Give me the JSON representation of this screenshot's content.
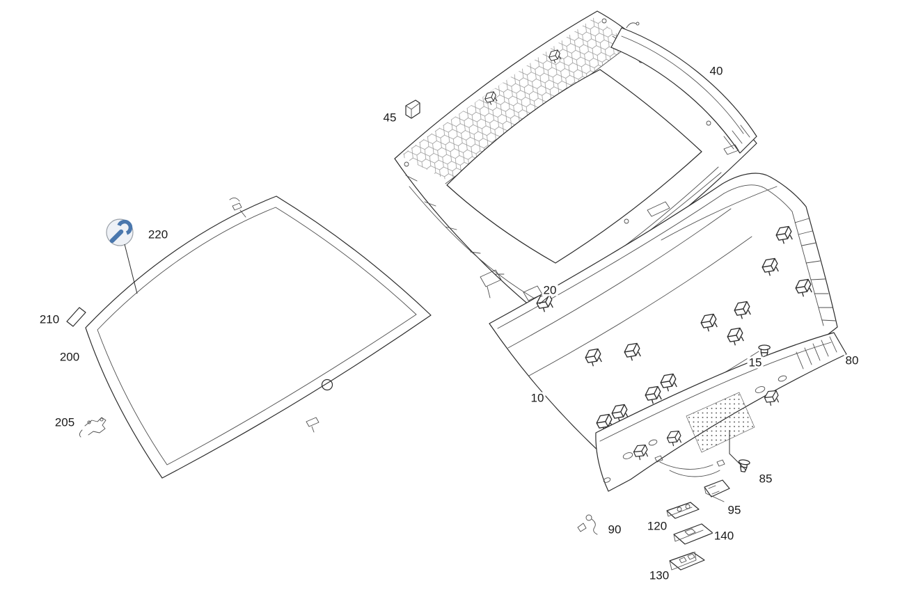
{
  "diagram": {
    "kind": "exploded-parts-diagram",
    "colors": {
      "background": "#ffffff",
      "line": "#2b2b2b",
      "tool_accent": "#4a77ad"
    },
    "icons": {
      "wrench": "wrench-icon"
    },
    "part_numbers": [
      "10",
      "15",
      "20",
      "40",
      "45",
      "80",
      "85",
      "90",
      "95",
      "120",
      "130",
      "140",
      "200",
      "205",
      "210",
      "220"
    ]
  },
  "labels": {
    "p10": "10",
    "p15": "15",
    "p20": "20",
    "p40": "40",
    "p45": "45",
    "p80": "80",
    "p85": "85",
    "p90": "90",
    "p95": "95",
    "p120": "120",
    "p130": "130",
    "p140": "140",
    "p200": "200",
    "p205": "205",
    "p210": "210",
    "p220": "220"
  }
}
